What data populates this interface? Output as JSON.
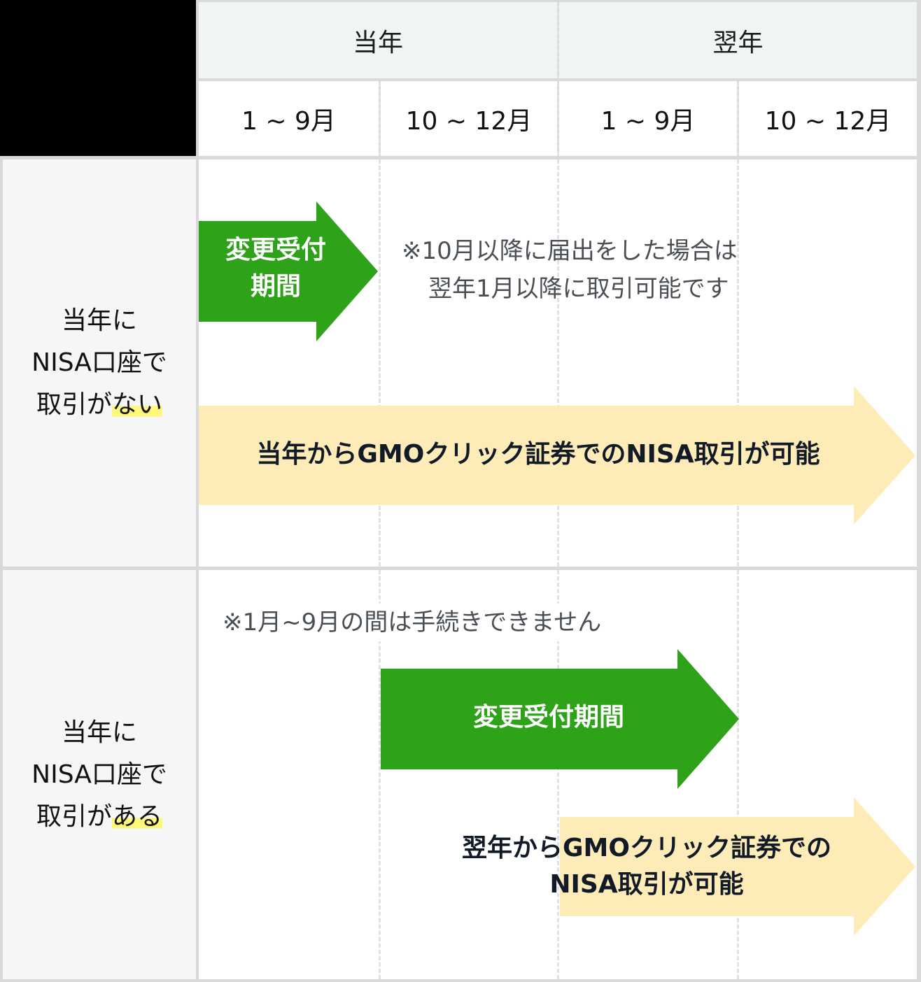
{
  "header": {
    "years": [
      {
        "label": "当年"
      },
      {
        "label": "翌年"
      }
    ],
    "months": [
      {
        "label": "1 ~ 9月"
      },
      {
        "label": "10 ~ 12月"
      },
      {
        "label": "1 ~ 9月"
      },
      {
        "label": "10 ~ 12月"
      }
    ]
  },
  "rows": [
    {
      "label_line1": "当年に",
      "label_line2": "NISA口座で",
      "label_line3_prefix": "取引が",
      "label_line3_highlight": "ない",
      "green_arrow": {
        "line1": "変更受付",
        "line2": "期間"
      },
      "note_line1": "※10月以降に届出をした場合は",
      "note_line2": "翌年1月以降に取引可能です",
      "yellow_arrow": {
        "text": "当年からGMOクリック証券でのNISA取引が可能"
      }
    },
    {
      "label_line1": "当年に",
      "label_line2": "NISA口座で",
      "label_line3_prefix": "取引が",
      "label_line3_highlight": "ある",
      "note": "※1月~9月の間は手続きできません",
      "green_arrow": {
        "text": "変更受付期間"
      },
      "yellow_arrow": {
        "line1": "翌年からGMOクリック証券での",
        "line2": "NISA取引が可能"
      }
    }
  ],
  "colors": {
    "green_arrow": "#2ea31a",
    "yellow_arrow": "#fdebb8",
    "header_bg": "#f1f5f2",
    "row_label_bg": "#f6f6f6",
    "highlight": "#fdf77a",
    "border": "#d9d9d9",
    "note_text": "#4a4f55"
  }
}
